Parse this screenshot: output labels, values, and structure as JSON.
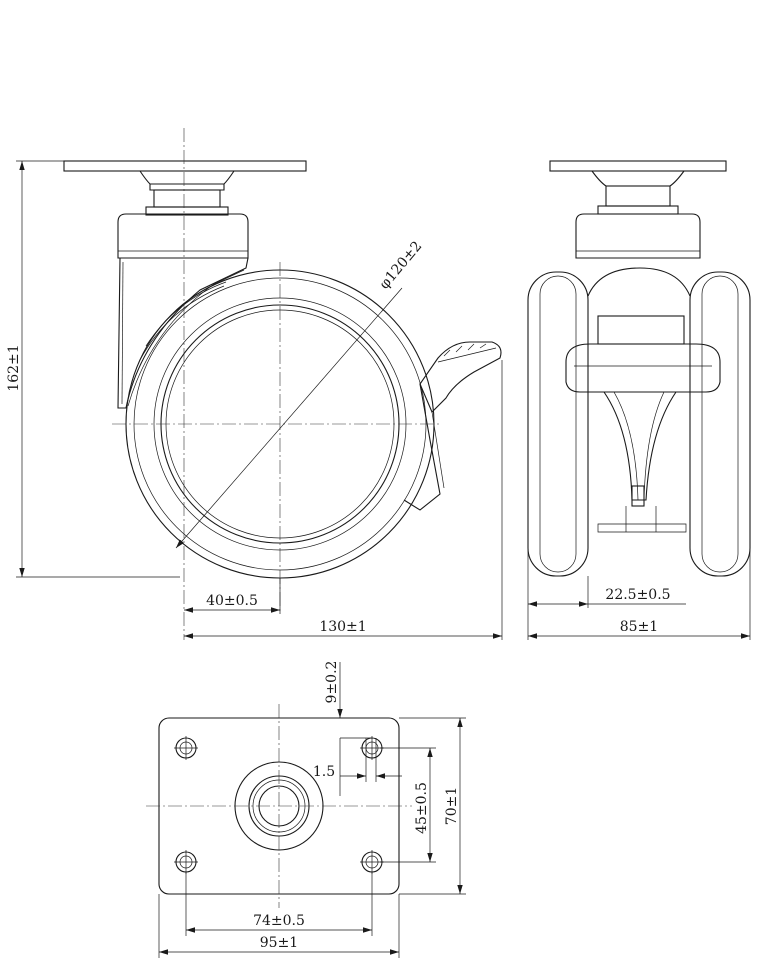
{
  "dimensions": {
    "height_total": "162±1",
    "wheel_diameter": "φ120±2",
    "offset": "40±0.5",
    "side_length": "130±1",
    "wheel_gap": "22.5±0.5",
    "front_width": "85±1",
    "hole_edge_offset": "9±0.2",
    "hole_slot": "1.5",
    "hole_spacing_vertical": "45±0.5",
    "plate_depth": "70±1",
    "hole_spacing_horizontal": "74±0.5",
    "plate_width": "95±1"
  }
}
